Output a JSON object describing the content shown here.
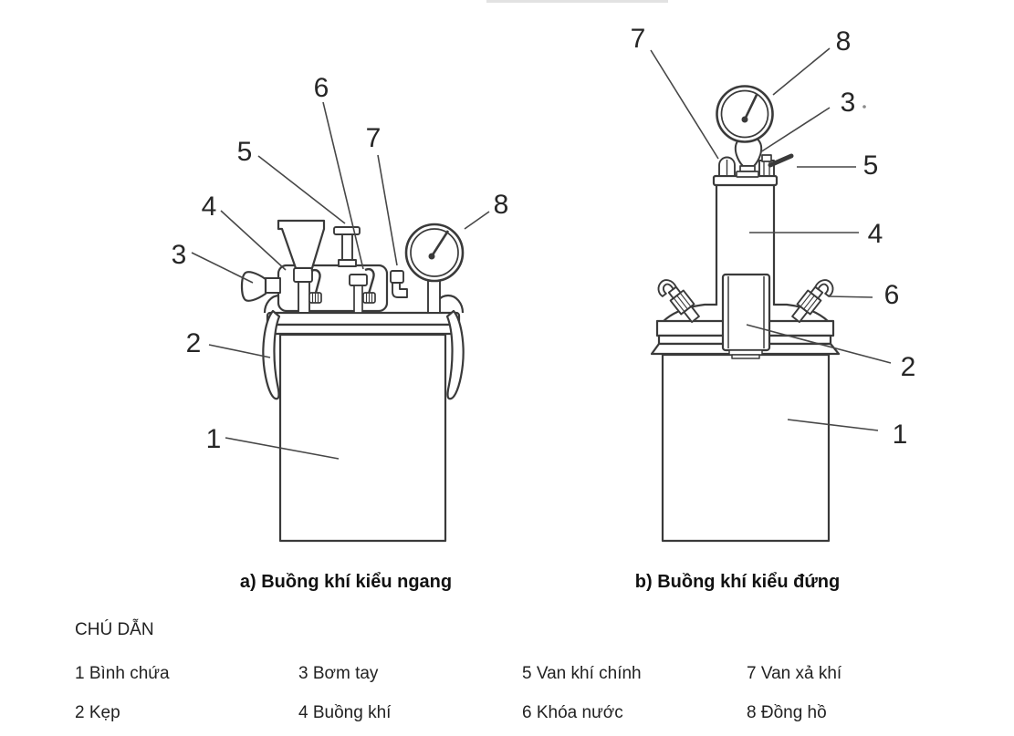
{
  "figure_a": {
    "caption": "a) Buồng khí kiểu ngang",
    "callouts": [
      "1",
      "2",
      "3",
      "4",
      "5",
      "6",
      "7",
      "8"
    ]
  },
  "figure_b": {
    "caption": "b) Buồng khí kiểu đứng",
    "callouts": [
      "1",
      "2",
      "3",
      "4",
      "5",
      "6",
      "7",
      "8"
    ]
  },
  "legend": {
    "title": "CHÚ DẪN",
    "items": [
      {
        "text": "1 Bình chứa"
      },
      {
        "text": "2 Kẹp"
      },
      {
        "text": "3 Bơm tay"
      },
      {
        "text": "4 Buồng khí"
      },
      {
        "text": "5 Van khí chính"
      },
      {
        "text": "6 Khóa nước"
      },
      {
        "text": "7 Van xả khí"
      },
      {
        "text": "8 Đồng hồ"
      }
    ]
  }
}
